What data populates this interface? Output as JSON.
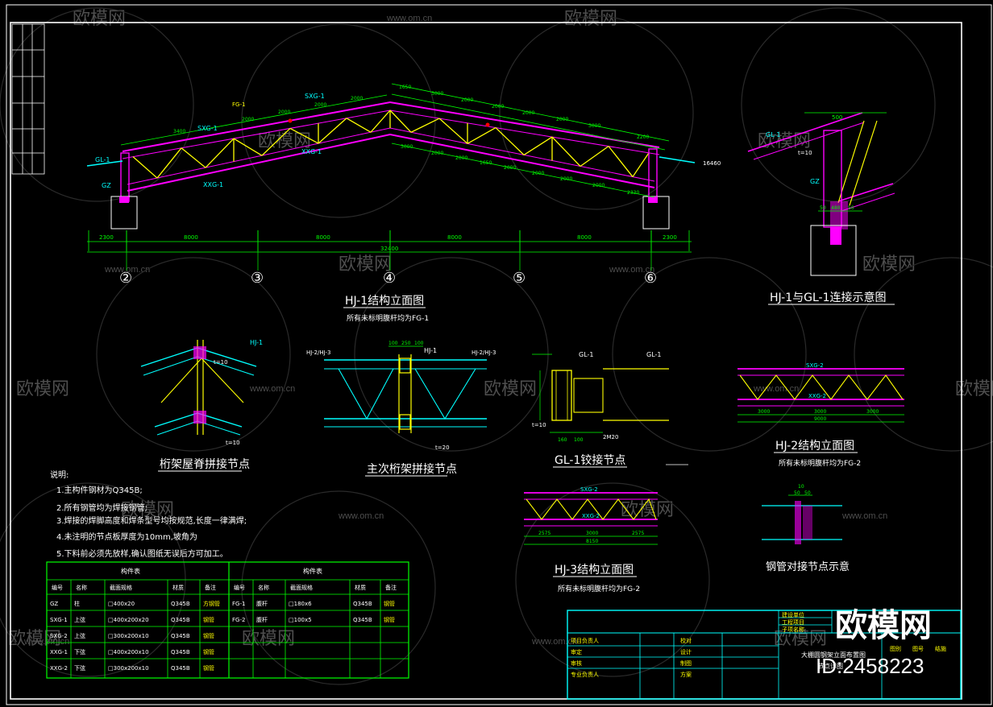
{
  "colors": {
    "background": "#000000",
    "frame": "#ffffff",
    "chord": "#ff00ff",
    "web": "#ffff00",
    "dimension": "#00ff00",
    "axis": "#00ff00",
    "member": "#00ffff",
    "title": "#ffffff",
    "watermark": "#555555",
    "dot_red": "#ff0000"
  },
  "watermark": {
    "brand": "欧模网",
    "url": "www.om.cn",
    "big_logo": "欧模网",
    "id_text": "ID:2458223"
  },
  "elevation": {
    "axes": [
      "②",
      "③",
      "④",
      "⑤",
      "⑥"
    ],
    "dims_bottom": [
      "2300",
      "8000",
      "8000",
      "8000",
      "8000",
      "2300"
    ],
    "total_span": "32400",
    "top_dims_left": [
      "3400",
      "2000",
      "2000",
      "2000",
      "2000"
    ],
    "top_dims_right": [
      "1650",
      "3000",
      "2000",
      "2000",
      "2000",
      "2000",
      "3000",
      "2200"
    ],
    "bottom_dims_right": [
      "3000",
      "2000",
      "2000",
      "1650",
      "2000",
      "2000",
      "2000",
      "2000",
      "2330"
    ],
    "labels": [
      "SXG-1",
      "XXG-1",
      "SXG-1",
      "XXG-1",
      "GL-1",
      "GZ",
      "FG-1",
      "16460"
    ],
    "note": "所有未标明腹杆均为FG-1",
    "title": "HJ-1结构立面图"
  },
  "detail_gl": {
    "labels": [
      "GL-1",
      "GZ",
      "t=10",
      "500",
      "50",
      "480",
      "50"
    ],
    "title": "HJ-1与GL-1连接示意图"
  },
  "detail_ridge": {
    "labels": [
      "HJ-1",
      "t=10",
      "t=10"
    ],
    "title": "桁架屋脊拼接节点"
  },
  "detail_main": {
    "labels": [
      "HJ-2/HJ-3",
      "HJ-1",
      "HJ-2/HJ-3",
      "100",
      "250",
      "100",
      "t=20"
    ],
    "title": "主次桁架拼接节点"
  },
  "detail_hinge": {
    "labels": [
      "GL-1",
      "GL-1",
      "t=10",
      "160",
      "100",
      "2M20"
    ],
    "title": "GL-1铰接节点"
  },
  "hj2": {
    "top": "SXG-2",
    "bottom": "XXG-2",
    "dims": [
      "3000",
      "3000",
      "3000"
    ],
    "total": "9000",
    "title": "HJ-2结构立面图",
    "note": "所有未标明腹杆均为FG-2"
  },
  "hj3": {
    "top": "SXG-2",
    "bottom": "XXG-2",
    "dims": [
      "2575",
      "3000",
      "2575"
    ],
    "total": "8150",
    "title": "HJ-3结构立面图",
    "note": "所有未标明腹杆均为FG-2"
  },
  "pipe_joint": {
    "dims": [
      "10",
      "50",
      "50"
    ],
    "title": "钢管对接节点示意"
  },
  "notes": {
    "header": "说明:",
    "items": [
      "1.主构件钢材为Q345B;",
      "2.所有钢管均为焊接钢管;",
      "3.焊接的焊脚高度和焊条型号均按规范,长度一律满焊;",
      "4.未注明的节点板厚度为10mm,坡角为",
      "5.下料前必须先放样,确认图纸无误后方可加工。"
    ]
  },
  "member_table": {
    "title": "构件表",
    "headers": [
      "编号",
      "名称",
      "截面规格",
      "材质",
      "备注"
    ],
    "left_rows": [
      [
        "GZ",
        "柱",
        "□400x20",
        "Q345B",
        "方钢管"
      ],
      [
        "SXG-1",
        "上弦",
        "□400x200x20",
        "Q345B",
        "钢管"
      ],
      [
        "SXG-2",
        "上弦",
        "□300x200x10",
        "Q345B",
        "钢管"
      ],
      [
        "XXG-1",
        "下弦",
        "□400x200x10",
        "Q345B",
        "钢管"
      ],
      [
        "XXG-2",
        "下弦",
        "□300x200x10",
        "Q345B",
        "钢管"
      ]
    ],
    "right_rows": [
      [
        "FG-1",
        "腹杆",
        "□180x6",
        "Q345B",
        "钢管"
      ],
      [
        "FG-2",
        "腹杆",
        "□100x5",
        "Q345B",
        "钢管"
      ]
    ]
  },
  "title_block": {
    "left_labels": [
      "项目负责人",
      "审定",
      "审核",
      "专业负责人"
    ],
    "mid_labels": [
      "校对",
      "设计",
      "制图",
      "方案"
    ],
    "right_top": [
      "建设单位",
      "工程项目",
      "子项名称"
    ],
    "drawing_name": "大棚圆钢架立面布置图 节点详图",
    "small": [
      "图别",
      "图号",
      "结施"
    ]
  }
}
